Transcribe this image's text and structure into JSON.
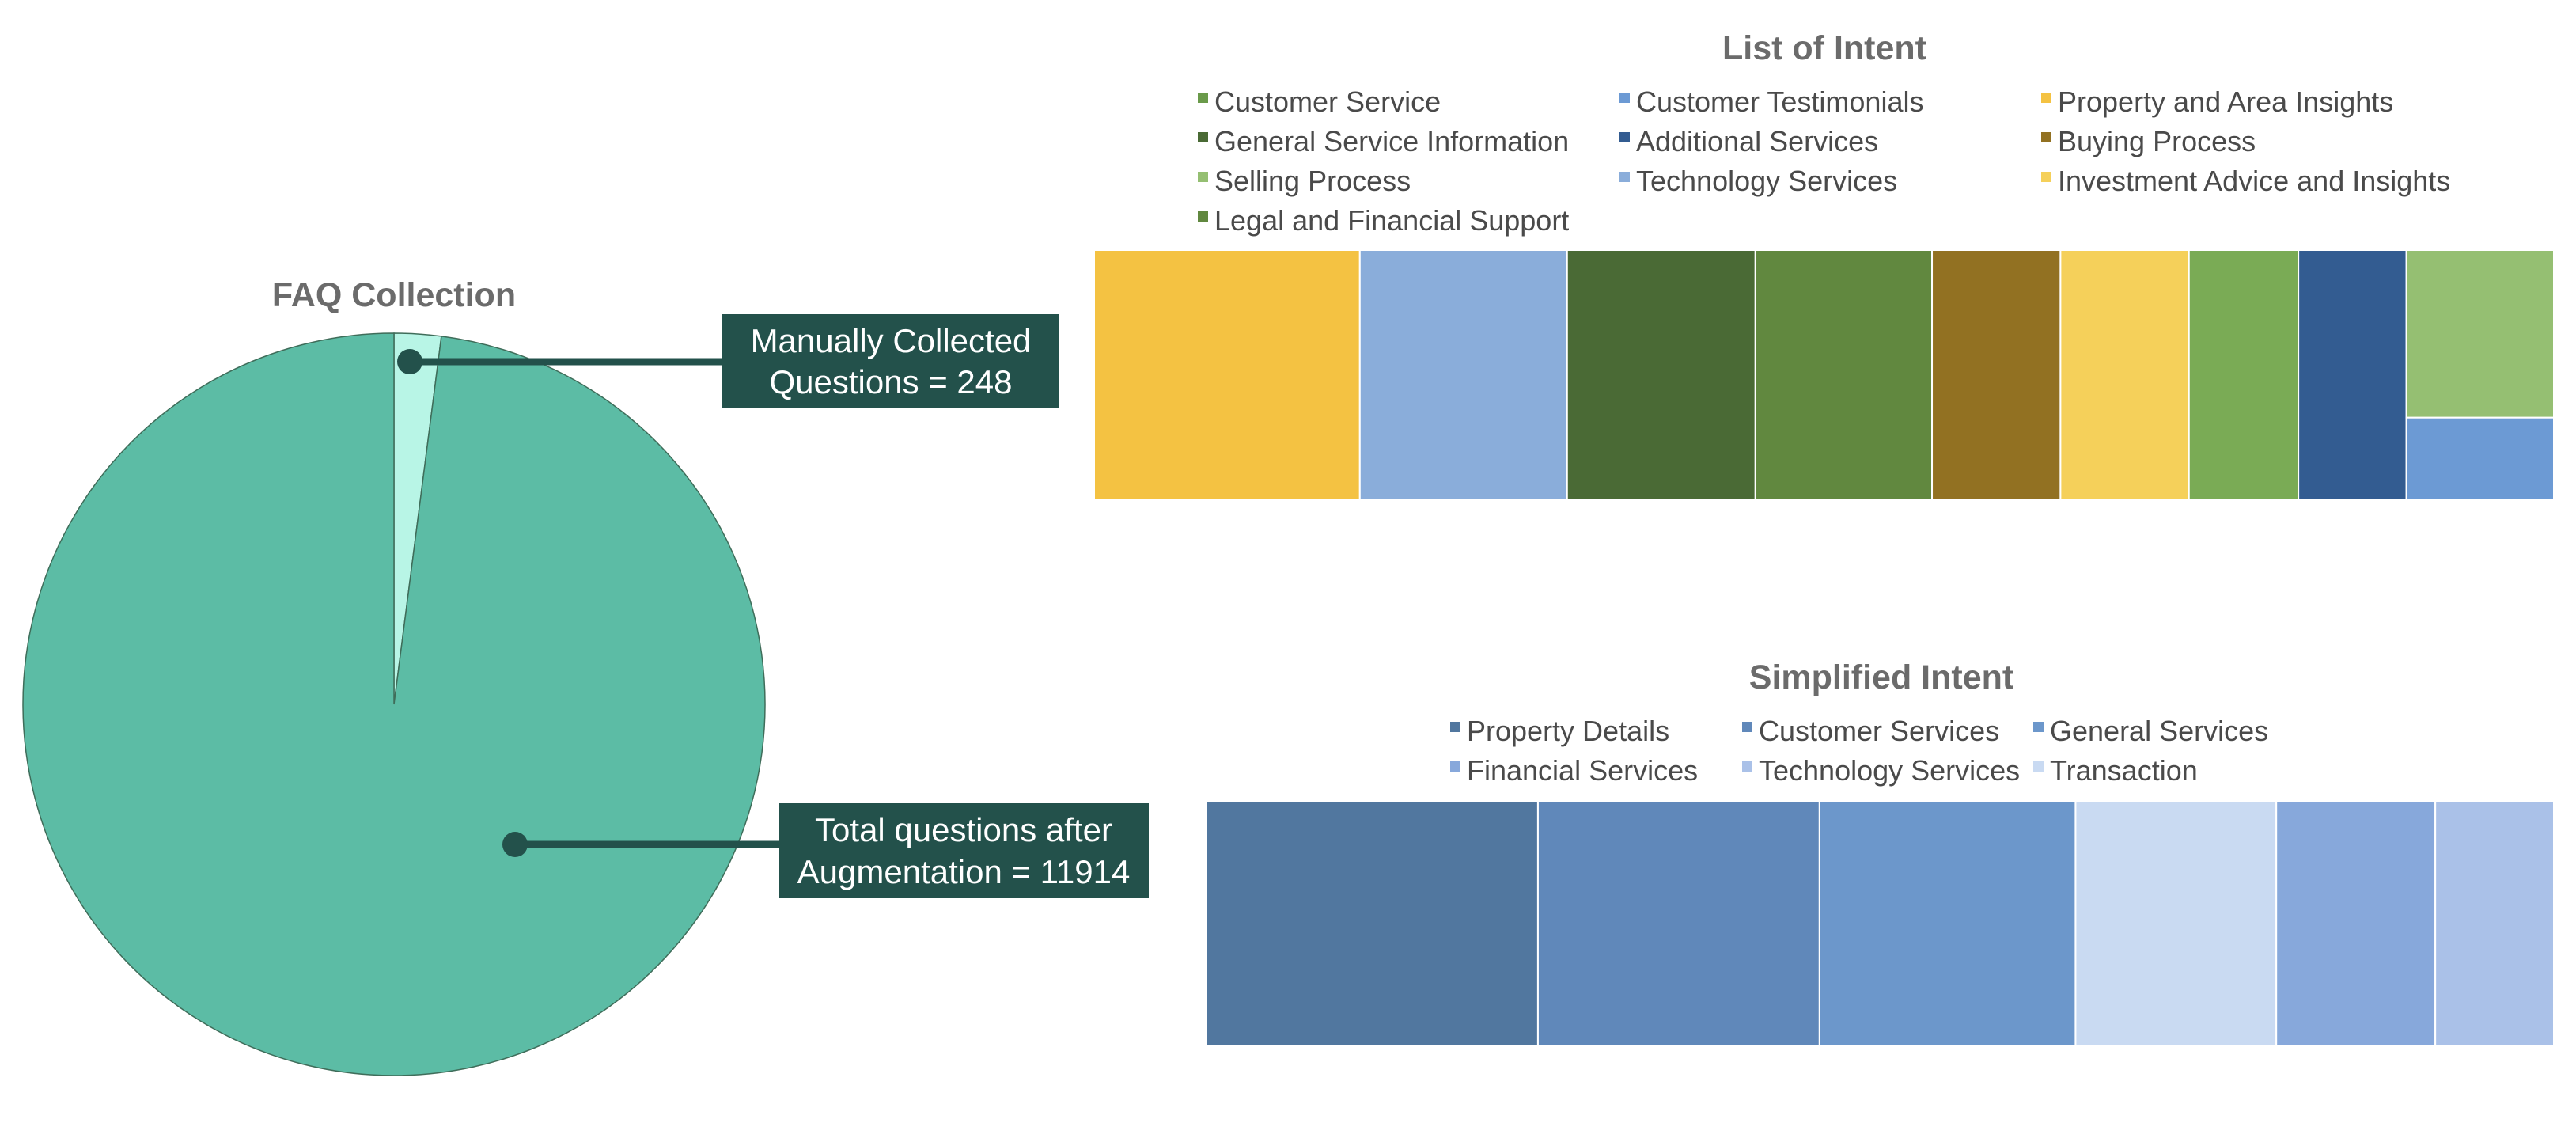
{
  "chart_data": [
    {
      "type": "pie",
      "title": "FAQ Collection",
      "slices": [
        {
          "label": "Manually Collected Questions = 248",
          "value": 248,
          "color": "#b8f5e6"
        },
        {
          "label": "Total questions after Augmentation = 11914",
          "value": 11914,
          "color": "#5cbca5"
        }
      ],
      "annotations": [
        {
          "line1": "Manually Collected",
          "line2": "Questions = 248"
        },
        {
          "line1": "Total questions after",
          "line2": "Augmentation = 11914"
        }
      ],
      "callout_color": "#23514b"
    },
    {
      "type": "bar",
      "title": "List of Intent",
      "legend": [
        {
          "label": "Customer Service",
          "color": "#6a9a4a"
        },
        {
          "label": "Customer Testimonials",
          "color": "#6c9ad4"
        },
        {
          "label": "Property and Area Insights",
          "color": "#f4c242"
        },
        {
          "label": "General Service Information",
          "color": "#4a6a35"
        },
        {
          "label": "Additional Services",
          "color": "#335c91"
        },
        {
          "label": "Buying Process",
          "color": "#927122"
        },
        {
          "label": "Selling Process",
          "color": "#95bf72"
        },
        {
          "label": "Technology Services",
          "color": "#8aadda"
        },
        {
          "label": "Investment Advice and Insights",
          "color": "#f5d05a"
        },
        {
          "label": "Legal and Financial Support",
          "color": "#61883f"
        }
      ],
      "columns": [
        {
          "share": 18.2,
          "cells": [
            {
              "color": "#f4c242"
            }
          ]
        },
        {
          "share": 14.2,
          "cells": [
            {
              "color": "#8aadda"
            }
          ]
        },
        {
          "share": 12.9,
          "cells": [
            {
              "color": "#4a6a35"
            }
          ]
        },
        {
          "share": 12.1,
          "cells": [
            {
              "color": "#61883f"
            }
          ]
        },
        {
          "share": 8.8,
          "cells": [
            {
              "color": "#927122"
            }
          ]
        },
        {
          "share": 8.8,
          "cells": [
            {
              "color": "#f5d05a"
            }
          ]
        },
        {
          "share": 7.5,
          "cells": [
            {
              "color": "#7aab55"
            }
          ]
        },
        {
          "share": 7.4,
          "cells": [
            {
              "color": "#335c91"
            }
          ]
        },
        {
          "share": 10.1,
          "cells": [
            {
              "color": "#95bf72",
              "share": 67
            },
            {
              "color": "#6c9ad4",
              "share": 33
            }
          ]
        }
      ]
    },
    {
      "type": "bar",
      "title": "Simplified Intent",
      "legend": [
        {
          "label": "Property Details",
          "color": "#51779f"
        },
        {
          "label": "Customer Services",
          "color": "#6088ba"
        },
        {
          "label": "General Services",
          "color": "#6c97cb"
        },
        {
          "label": "Financial Services",
          "color": "#87a8db"
        },
        {
          "label": "Technology Services",
          "color": "#aac1e8"
        },
        {
          "label": "Transaction",
          "color": "#c9daf2"
        }
      ],
      "columns": [
        {
          "share": 24.6,
          "cells": [
            {
              "color": "#51779f"
            }
          ]
        },
        {
          "share": 20.9,
          "cells": [
            {
              "color": "#6088ba"
            }
          ]
        },
        {
          "share": 19.0,
          "cells": [
            {
              "color": "#6c97cb"
            }
          ]
        },
        {
          "share": 14.9,
          "cells": [
            {
              "color": "#c9daf2"
            }
          ]
        },
        {
          "share": 11.8,
          "cells": [
            {
              "color": "#87a8db"
            }
          ]
        },
        {
          "share": 8.8,
          "cells": [
            {
              "color": "#aac1e8"
            }
          ]
        }
      ]
    }
  ]
}
